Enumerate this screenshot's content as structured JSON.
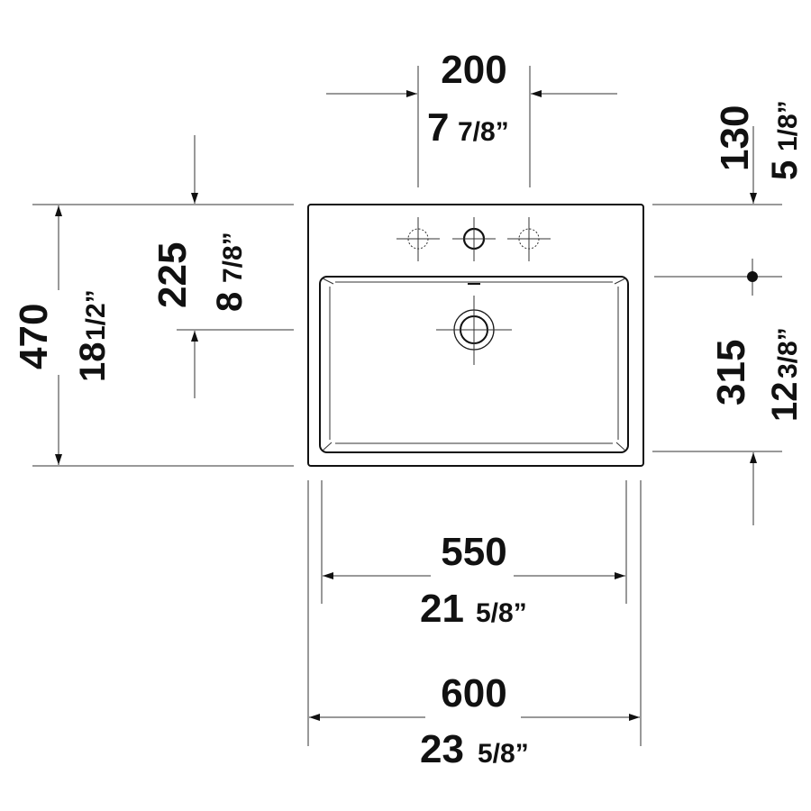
{
  "drawing": {
    "title": "Washbasin dimension drawing",
    "units": {
      "primary": "mm",
      "secondary": "inch"
    }
  },
  "dimensions": {
    "tap_hole_spacing": {
      "mm": "200",
      "in_whole": "7",
      "in_frac": "7/8”"
    },
    "tap_to_wall": {
      "mm": "130",
      "in_whole": "5",
      "in_frac": "1/8”"
    },
    "drain_from_back": {
      "mm": "225",
      "in_whole": "8",
      "in_frac": "7/8”"
    },
    "overall_depth": {
      "mm": "470",
      "in_whole": "18",
      "in_frac": "1/2”"
    },
    "fixing_height": {
      "mm": "315",
      "in_whole": "12",
      "in_frac": "3/8”"
    },
    "bowl_width": {
      "mm": "550",
      "in_whole": "21",
      "in_frac": "5/8”"
    },
    "overall_width": {
      "mm": "600",
      "in_whole": "23",
      "in_frac": "5/8”"
    }
  },
  "features": {
    "tap_holes": [
      "optional-left",
      "center",
      "optional-right"
    ],
    "drain": "center-drain",
    "overflow": "overflow-slot",
    "fixing_point": "wall-fixing-point"
  },
  "colors": {
    "line": "#111111",
    "background": "#ffffff"
  }
}
